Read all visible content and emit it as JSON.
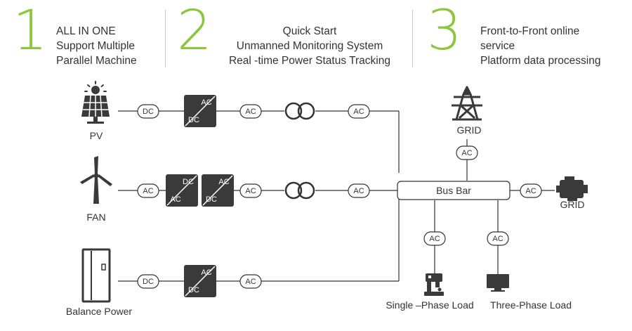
{
  "accent_color": "#8cc63f",
  "header": {
    "sections": [
      {
        "number": "1",
        "lines": [
          "ALL IN ONE",
          "Support Multiple",
          "Parallel Machine"
        ]
      },
      {
        "number": "2",
        "lines": [
          "Quick Start",
          "Unmanned Monitoring System",
          "Real -time Power  Status Tracking"
        ]
      },
      {
        "number": "3",
        "lines": [
          "Front-to-Front online",
          "service",
          "Platform data processing"
        ]
      }
    ]
  },
  "diagram": {
    "sources": {
      "pv": {
        "label": "PV",
        "icon": "solar-panel-icon"
      },
      "fan": {
        "label": "FAN",
        "icon": "wind-turbine-icon"
      },
      "balance": {
        "label": "Balance Power",
        "icon": "energy-cabinet-icon"
      }
    },
    "dc_label": "DC",
    "ac_label": "AC",
    "converter": {
      "top": "AC",
      "bottom": "DC"
    },
    "converter_rev": {
      "top": "DC",
      "bottom": "AC"
    },
    "bus_bar": "Bus Bar",
    "grid_top": {
      "label": "GRID",
      "icon": "transmission-tower-icon"
    },
    "grid_right": {
      "label": "GRID",
      "icon": "generator-engine-icon"
    },
    "single_load": {
      "label": "Single –Phase Load",
      "icon": "machine-load-icon"
    },
    "three_load": {
      "label": "Three-Phase Load",
      "icon": "monitor-load-icon"
    },
    "transformer_icon": "transformer-icon"
  }
}
